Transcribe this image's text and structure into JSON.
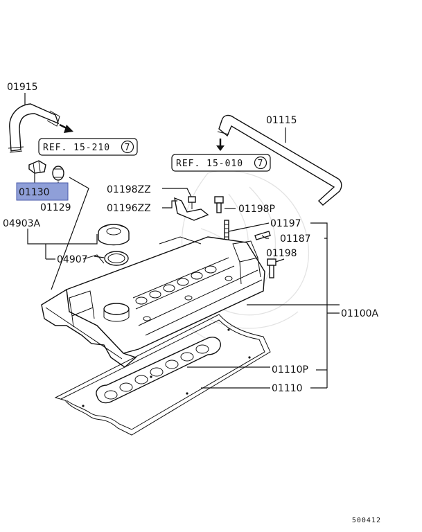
{
  "diagram": {
    "labels": {
      "p01915": "01915",
      "p01130": "01130",
      "p01129": "01129",
      "p04903A": "04903A",
      "p04907": "04907",
      "p01115": "01115",
      "p01198ZZ": "01198ZZ",
      "p01196ZZ": "01196ZZ",
      "p01198P": "01198P",
      "p01197": "01197",
      "p01187": "01187",
      "p01198": "01198",
      "p01100A": "01100A",
      "p01110P": "01110P",
      "p01110": "01110"
    },
    "refs": {
      "ref1": "REF. 15-210",
      "ref1_num": "7",
      "ref2": "REF. 15-010",
      "ref2_num": "7"
    },
    "highlight_color": "#8f9fd8",
    "footer_code": "500412"
  }
}
